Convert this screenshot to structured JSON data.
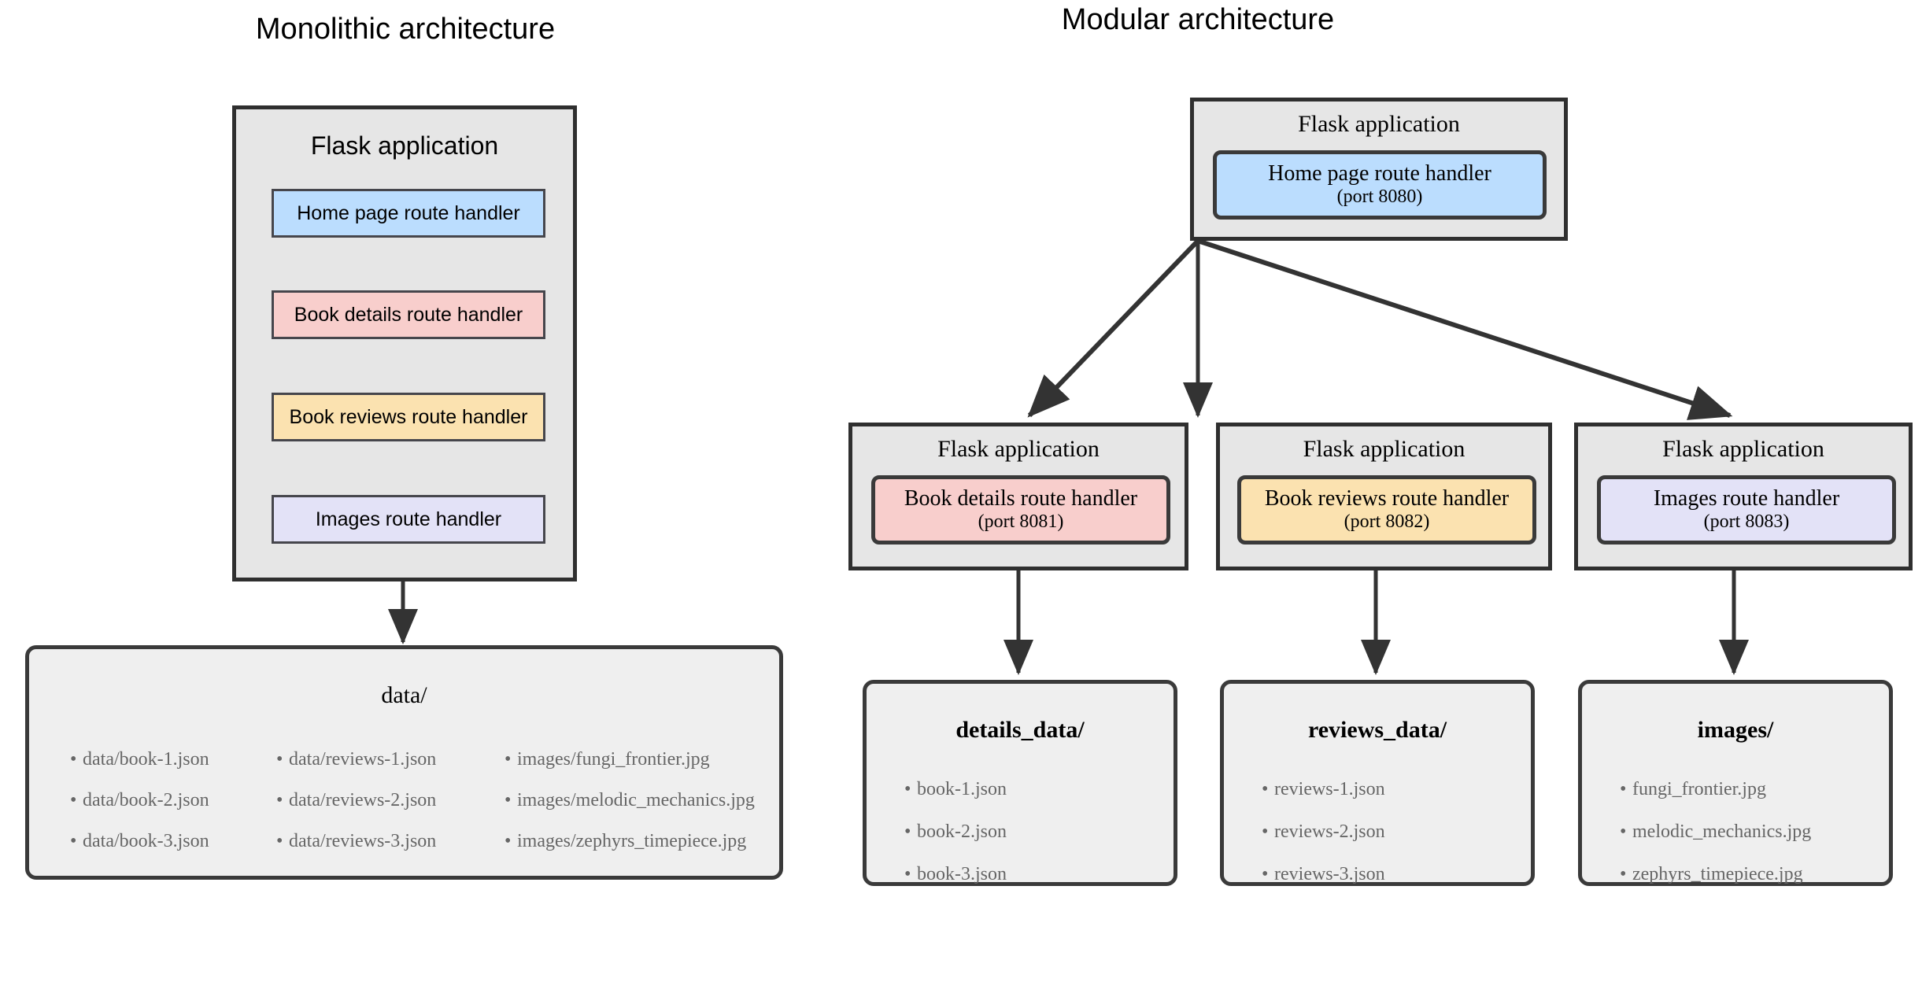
{
  "sections": {
    "monolithic": {
      "title": "Monolithic architecture",
      "app_label": "Flask application",
      "handlers": [
        {
          "label": "Home page route handler",
          "color": "#bbddfe"
        },
        {
          "label": "Book details route handler",
          "color": "#f8cecc"
        },
        {
          "label": "Book reviews route handler",
          "color": "#fbe2b0"
        },
        {
          "label": "Images route handler",
          "color": "#e3e2f7"
        }
      ],
      "storage": {
        "title": "data/",
        "columns": [
          [
            "data/book-1.json",
            "data/book-2.json",
            "data/book-3.json"
          ],
          [
            "data/reviews-1.json",
            "data/reviews-2.json",
            "data/reviews-3.json"
          ],
          [
            "images/fungi_frontier.jpg",
            "images/melodic_mechanics.jpg",
            "images/zephyrs_timepiece.jpg"
          ]
        ]
      }
    },
    "modular": {
      "title": "Modular architecture",
      "root": {
        "app_label": "Flask application",
        "handler": {
          "label": "Home page route handler",
          "port": "(port 8080)",
          "color": "#bbddfe"
        }
      },
      "services": [
        {
          "app_label": "Flask application",
          "handler": {
            "label": "Book details route handler",
            "port": "(port 8081)",
            "color": "#f8cecc"
          },
          "storage": {
            "title": "details_data/",
            "files": [
              "book-1.json",
              "book-2.json",
              "book-3.json"
            ]
          }
        },
        {
          "app_label": "Flask application",
          "handler": {
            "label": "Book reviews route handler",
            "port": "(port 8082)",
            "color": "#fbe2b0"
          },
          "storage": {
            "title": "reviews_data/",
            "files": [
              "reviews-1.json",
              "reviews-2.json",
              "reviews-3.json"
            ]
          }
        },
        {
          "app_label": "Flask application",
          "handler": {
            "label": "Images route handler",
            "port": "(port 8083)",
            "color": "#e3e2f7"
          },
          "storage": {
            "title": "images/",
            "files": [
              "fungi_frontier.jpg",
              "melodic_mechanics.jpg",
              "zephyrs_timepiece.jpg"
            ]
          }
        }
      ]
    }
  },
  "colors": {
    "stroke": "#2f2f2f",
    "container_fill": "#e6e6e6",
    "folder_fill": "#efefef",
    "arrow": "#333333",
    "file_text": "#666666"
  }
}
